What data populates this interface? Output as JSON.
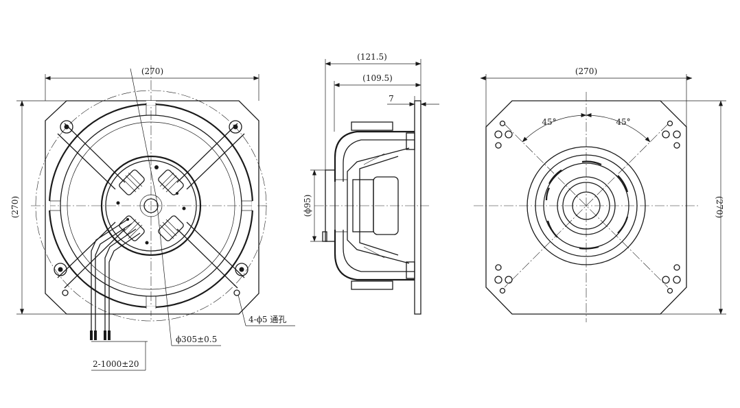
{
  "front_view": {
    "width_label": "(270)",
    "height_label": "(270)",
    "diameter_label": "ϕ305±0.5",
    "holes_label": "4-ϕ5 通孔",
    "cable_label": "2-1000±20"
  },
  "side_view": {
    "depth_total_label": "(121.5)",
    "depth_body_label": "(109.5)",
    "flange_label": "7",
    "hub_diameter_label": "(ϕ95)"
  },
  "rear_view": {
    "width_label": "(270)",
    "height_label": "(270)",
    "angle_left_label": "45°",
    "angle_right_label": "45°"
  }
}
